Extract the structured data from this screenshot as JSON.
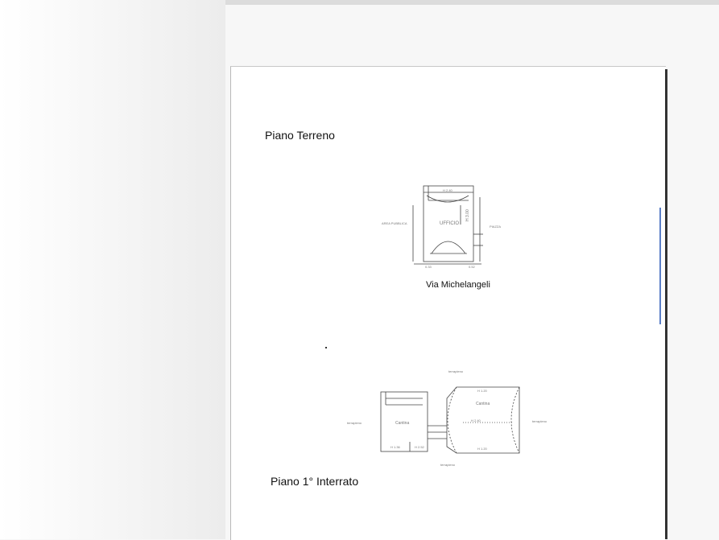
{
  "headings": {
    "ground_floor": "Piano Terreno",
    "basement": "Piano 1° Interrato"
  },
  "street_label": "Via Michelangeli",
  "ground_plan": {
    "room": "UFFICIO",
    "height": "H 3.00",
    "top_height": "H 2.40",
    "left_label": "AREA PUBBLICA",
    "right_label": "PIAZZA",
    "bottom_left": "0.33",
    "bottom_right": "0.52"
  },
  "basement_plan": {
    "top_label": "terrapieno",
    "left_label": "terrapieno",
    "right_label": "terrapieno",
    "bottom_label": "terrapieno",
    "left_room": "Cantina",
    "left_h1": "H 1.36",
    "left_h2": "H 2.52",
    "right_room": "Cantina",
    "right_top": "H 1.20",
    "right_mid": "H 2.40",
    "right_bottom": "H 1.20"
  },
  "colors": {
    "ink": "#111111",
    "faint_ink": "#777777",
    "accent_edge": "#5b7fc7"
  }
}
